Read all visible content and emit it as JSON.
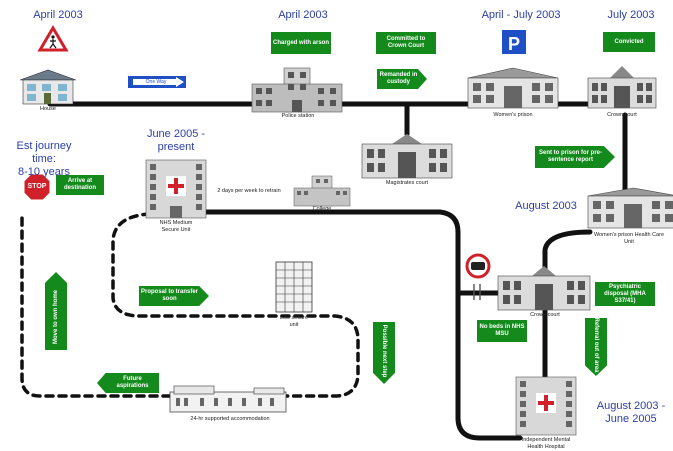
{
  "dates": {
    "april_house": "April 2003",
    "april_police": "April 2003",
    "april_july": "April - July 2003",
    "july": "July 2003",
    "june_2005": "June 2005 -\npresent",
    "august_2003": "August 2003",
    "august_june": "August 2003 -\nJune 2005"
  },
  "journey_time": "Est journey time:\n8-10 years",
  "stop_sign": "STOP",
  "labels": {
    "charged": "Charged with arson",
    "committed": "Committed to Crown Court",
    "remanded": "Remanded in custody",
    "convicted": "Convicted",
    "sent_to_prison": "Sent to prison for pre-sentence report",
    "arrive": "Arrive at destination",
    "psychiatric": "Psychiatric disposal (MHA S37/41)",
    "no_beds": "No beds in NHS MSU",
    "referral": "Referral out of area",
    "proposal": "Proposal to transfer soon",
    "possible_next": "Possible next step",
    "future": "Future aspirations",
    "move_home": "Move to own home"
  },
  "one_way": "One Way",
  "captions": {
    "house": "House",
    "police": "Police station",
    "womens_prison": "Women's prison",
    "crown_court_top": "Crown court",
    "magistrates": "Magistrates court",
    "nhs_msu": "NHS Medium\nSecure Unit",
    "college": "College",
    "retrain": "2 days per week to retrain",
    "womens_health": "Women's prison Health Care\nUnit",
    "crown_court_mid": "Crown court",
    "low_secure": "Low secure\nunit",
    "accommodation": "24-hr supported accommodation",
    "mental_hospital": "Independent Mental\nHealth Hospital"
  },
  "colors": {
    "road": "#111111",
    "label_green": "#138a1b",
    "date_blue": "#2b3fa8",
    "stop_red": "#d0202a",
    "parking_blue": "#1f4fc4"
  }
}
